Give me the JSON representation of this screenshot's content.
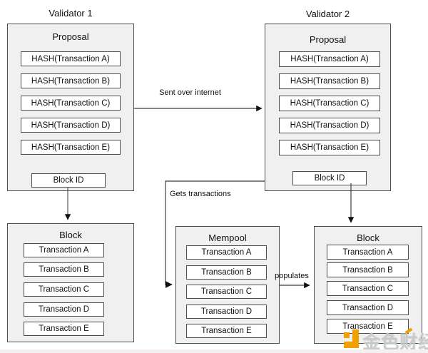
{
  "colors": {
    "container_fill": "#f0f0f0",
    "inner_box_fill": "#ffffff",
    "border": "#4d4d4d",
    "connector_line": "#5a5a5a",
    "watermark_orange": "#f0a000",
    "watermark_gray": "#b9b9b9"
  },
  "validator1": {
    "title": "Validator 1",
    "proposal_title": "Proposal",
    "hashes": [
      "HASH(Transaction A)",
      "HASH(Transaction B)",
      "HASH(Transaction C)",
      "HASH(Transaction D)",
      "HASH(Transaction E)"
    ],
    "block_id": "Block ID"
  },
  "validator2": {
    "title": "Validator 2",
    "proposal_title": "Proposal",
    "hashes": [
      "HASH(Transaction A)",
      "HASH(Transaction B)",
      "HASH(Transaction C)",
      "HASH(Transaction D)",
      "HASH(Transaction E)"
    ],
    "block_id": "Block ID"
  },
  "left_block": {
    "title": "Block",
    "transactions": [
      "Transaction A",
      "Transaction B",
      "Transaction C",
      "Transaction D",
      "Transaction E"
    ]
  },
  "mempool": {
    "title": "Mempool",
    "transactions": [
      "Transaction A",
      "Transaction B",
      "Transaction C",
      "Transaction D",
      "Transaction E"
    ]
  },
  "right_block": {
    "title": "Block",
    "transactions": [
      "Transaction A",
      "Transaction B",
      "Transaction C",
      "Transaction D",
      "Transaction E"
    ]
  },
  "edges": {
    "sent_over_internet": "Sent over internet",
    "gets_transactions": "Gets transactions",
    "populates": "populates"
  },
  "watermark": {
    "text": "金色财经"
  }
}
